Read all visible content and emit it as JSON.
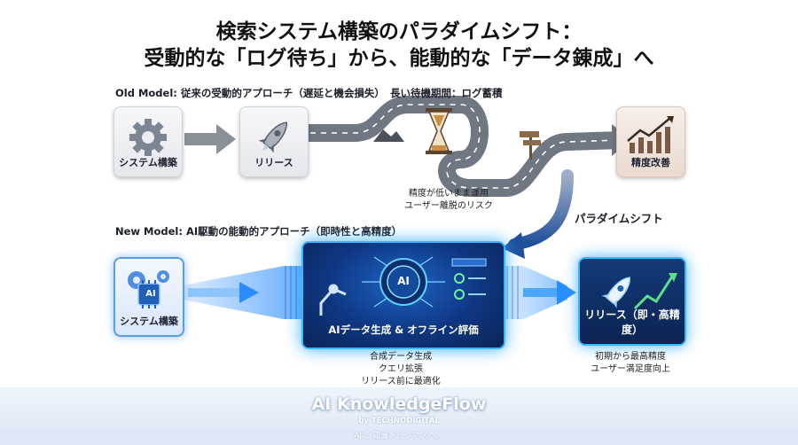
{
  "title": {
    "line1": "検索システム構築のパラダイムシフト：",
    "line2": "受動的な「ログ待ち」から、能動的な「データ錬成」へ"
  },
  "old_model": {
    "label": "Old Model: 従来の受動的アプローチ（遅延と機会損失）",
    "wait_label": "長い待機期間：ログ蓄積",
    "steps": [
      "システム構築",
      "リリース",
      "精度改善"
    ],
    "risk_note": [
      "精度が低いまま運用",
      "ユーザー離脱のリスク"
    ]
  },
  "shift_label": "パラダイムシフト",
  "new_model": {
    "label": "New Model: AI駆動の能動的アプローチ（即時性と高精度）",
    "steps": [
      "システム構築",
      "AIデータ生成 & オフライン評価",
      "リリース（即・高精度）"
    ],
    "ai_chip": "AI",
    "ai_brain": "AI",
    "center_note": [
      "合成データ生成",
      "クエリ拡張",
      "リリース前に最適化"
    ],
    "right_note": [
      "初期から最高精度",
      "ユーザー満足度向上"
    ]
  },
  "footer": {
    "brand": "AI KnowledgeFlow",
    "by": "by TECHNODIGITAL",
    "tagline": "AIで 知識をビジネスへ。"
  },
  "colors": {
    "accent_blue": "#2f8ff0",
    "glow_cyan": "#39b6ff",
    "dark_navy": "#0b2453",
    "road_gray": "#6f7782",
    "gray_arrow": "#8a9098"
  }
}
